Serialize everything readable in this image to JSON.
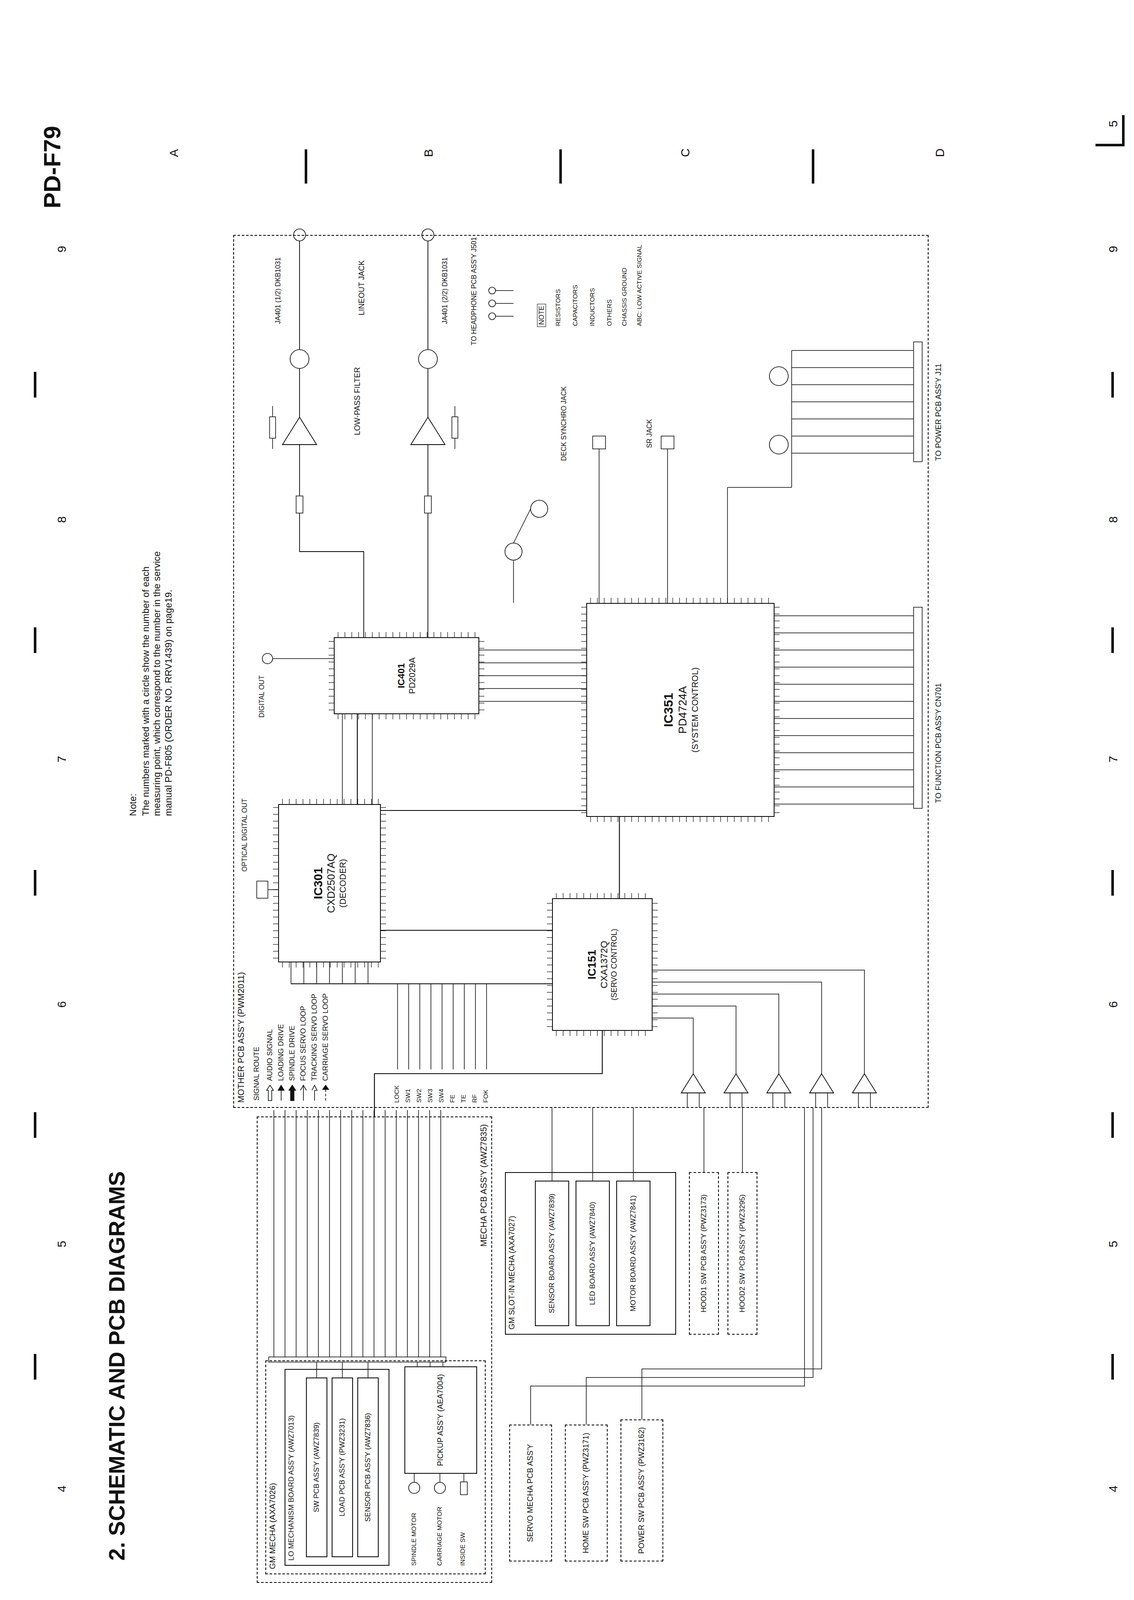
{
  "diagram": {
    "title": "2. SCHEMATIC AND PCB DIAGRAMS",
    "nodes": [
      {
        "text": [
          "MOTHER PCB ASS'Y (PWM2011)"
        ]
      },
      {
        "text": [
          "IC301",
          "CXD2507AQ",
          "(DECODER)"
        ],
        "in": 0
      },
      {
        "text": [
          "IC351",
          "PD4724A",
          "(SYSTEM CONTROL)"
        ],
        "in": 0
      },
      {
        "text": [
          "IC151",
          "CXA1372Q",
          "(SERVO CONTROL)"
        ],
        "in": 0
      },
      {
        "text": [
          "IC401",
          "PD2029A"
        ],
        "in": 0
      },
      {
        "text": [
          "MECHA PCB ASS'Y (AWZ7835)"
        ]
      },
      {
        "text": [
          "GM MECHA (AXA7026)"
        ],
        "in": 5
      },
      {
        "text": [
          "LO MECHANISM BOARD ASS'Y (AWZ7013)"
        ],
        "in": 6
      },
      {
        "text": [
          "SW PCB ASS'Y (AWZ7839)"
        ],
        "in": 7
      },
      {
        "text": [
          "LOAD PCB ASS'Y (PWZ3231)"
        ],
        "in": 7
      },
      {
        "text": [
          "SENSOR PCB ASS'Y (AWZ7836)"
        ],
        "in": 7
      },
      {
        "text": [
          "PICKUP ASS'Y (AEA7004)"
        ],
        "in": 6
      },
      {
        "text": [
          "SERVO MECHA PCB ASS'Y"
        ]
      },
      {
        "text": [
          "HOME SW PCB ASS'Y (PWZ3171)"
        ]
      },
      {
        "text": [
          "POWER SW PCB ASS'Y (PWZ3162)"
        ]
      },
      {
        "text": [
          "GM SLOT-IN MECHA (AXA7027)"
        ]
      },
      {
        "text": [
          "SENSOR BOARD ASS'Y (AWZ7839)"
        ],
        "in": 15
      },
      {
        "text": [
          "LED BOARD ASS'Y (AWZ7840)"
        ],
        "in": 15
      },
      {
        "text": [
          "MOTOR BOARD ASS'Y (AWZ7841)"
        ],
        "in": 15
      },
      {
        "text": [
          "HOOD1 SW PCB ASS'Y (PWZ3173)"
        ]
      },
      {
        "text": [
          "HOOD2 SW PCB ASS'Y (PWZ3295)"
        ]
      }
    ],
    "edges": [
      {
        "from": 5,
        "to": 3,
        "arrow": "none"
      },
      {
        "from": 3,
        "to": 1,
        "arrow": "none"
      },
      {
        "from": 1,
        "to": 4,
        "arrow": "none"
      },
      {
        "from": 2,
        "to": 1,
        "arrow": "none"
      },
      {
        "from": 2,
        "to": 3,
        "arrow": "none"
      }
    ],
    "labels": [
      "PD-F79",
      "Note:",
      "The numbers marked with a circle show the number of each measuring point, which correspond to the number in the service manual PD-F805 (ORDER NO. RRV1439) on page19.",
      "SIGNAL ROUTE",
      "4",
      "5",
      "6",
      "7",
      "8",
      "9",
      "4",
      "5",
      "6",
      "7",
      "8",
      "9",
      "A",
      "B",
      "C",
      "D",
      "OPTICAL DIGITAL OUT",
      "DIGITAL OUT",
      "LOW-PASS FILTER",
      "JA401 (1/2) DKB1031",
      "LINEOUT JACK",
      "JA401 (2/2) DKB1031",
      "TO HEADPHONE PCB ASS'Y J501",
      "DECK SYNCHRO JACK",
      "SR JACK",
      "NOTE",
      "RESISTORS",
      "CAPACITORS",
      "INDUCTORS",
      "OTHERS",
      "CHASSIS GROUND",
      "ABC: LOW ACTIVE SIGNAL",
      "TO POWER PCB ASS'Y J11",
      "TO FUNCTION PCB ASS'Y CN701",
      "LOCK",
      "SW1",
      "SW2",
      "SW3",
      "SW4",
      "FE",
      "TE",
      "RF",
      "FOK",
      "SPINDLE MOTOR",
      "CARRIAGE MOTOR",
      "INSIDE SW",
      "5"
    ],
    "legend": [
      {
        "text": "AUDIO SIGNAL"
      },
      {
        "text": "LOADING DRIVE"
      },
      {
        "text": "SPINDLE DRIVE"
      },
      {
        "text": "FOCUS SERVO LOOP"
      },
      {
        "text": "TRACKING SERVO LOOP"
      },
      {
        "text": "CARRIAGE SERVO LOOP"
      }
    ]
  }
}
